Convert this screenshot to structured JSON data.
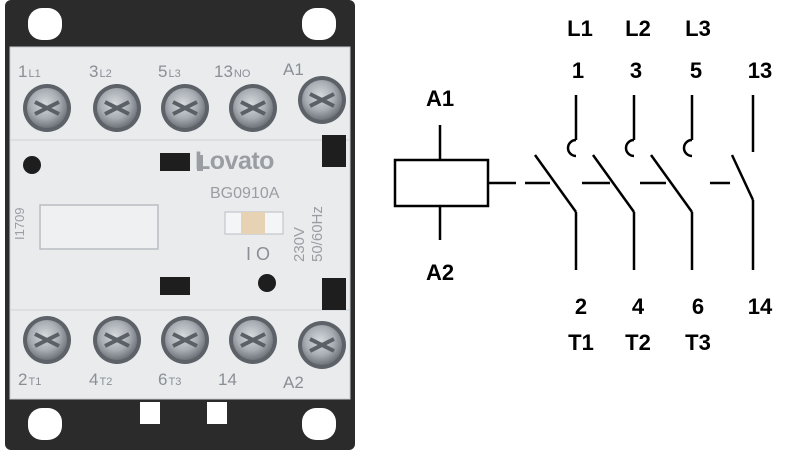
{
  "device": {
    "brand": "Lovato",
    "model": "BG0910A",
    "code": "I1709",
    "voltage": "230V",
    "frequency": "50/60Hz",
    "switch_symbol": "I O",
    "top_terminals": [
      {
        "num": "1",
        "sub": "L1"
      },
      {
        "num": "3",
        "sub": "L2"
      },
      {
        "num": "5",
        "sub": "L3"
      },
      {
        "num": "13",
        "sub": "NO"
      },
      {
        "num": "A1",
        "sub": ""
      }
    ],
    "bottom_terminals": [
      {
        "num": "2",
        "sub": "T1"
      },
      {
        "num": "4",
        "sub": "T2"
      },
      {
        "num": "6",
        "sub": "T3"
      },
      {
        "num": "14",
        "sub": ""
      },
      {
        "num": "A2",
        "sub": ""
      }
    ]
  },
  "schematic": {
    "coil_top": "A1",
    "coil_bottom": "A2",
    "poles": [
      {
        "phase_in": "L1",
        "num_in": "1",
        "num_out": "2",
        "phase_out": "T1"
      },
      {
        "phase_in": "L2",
        "num_in": "3",
        "num_out": "4",
        "phase_out": "T2"
      },
      {
        "phase_in": "L3",
        "num_in": "5",
        "num_out": "6",
        "phase_out": "T3"
      }
    ],
    "aux": {
      "num_in": "13",
      "num_out": "14"
    }
  },
  "colors": {
    "housing": "#2b2b2b",
    "faceplate": "#e9ebed",
    "label_grey": "#8a8f96",
    "screw": "#9ea4aa",
    "line": "#000000"
  }
}
